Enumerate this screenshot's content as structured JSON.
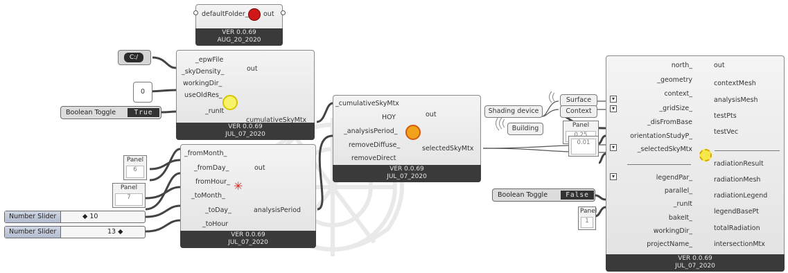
{
  "default_folder": {
    "input": "defaultFolder_",
    "output": "out",
    "ver": "VER 0.0.69",
    "date": "AUG_20_2020"
  },
  "path_param": {
    "label": "C:/"
  },
  "num_param": {
    "value": "0"
  },
  "cumsky": {
    "inputs": [
      "_epwFile",
      "_skyDensity_",
      "workingDir_",
      "useOldRes_",
      "_runIt"
    ],
    "outputs": [
      "out",
      "cumulativeSkyMtx"
    ],
    "ver": "VER 0.0.69",
    "date": "JUL_07_2020"
  },
  "toggle1": {
    "label": "Boolean Toggle",
    "value": "True"
  },
  "panel_a": {
    "title": "Panel",
    "value": "6"
  },
  "panel_b": {
    "title": "Panel",
    "value": "7"
  },
  "slider1": {
    "label": "Number Slider",
    "value": "◆ 10"
  },
  "slider2": {
    "label": "Number Slider",
    "value": "13 ◆"
  },
  "period": {
    "inputs": [
      "_fromMonth_",
      "_fromDay_",
      "fromHour_",
      "_toMonth_",
      "_toDay_",
      "_toHour"
    ],
    "outputs": [
      "out",
      "analysisPeriod"
    ],
    "ver": "VER 0.0.69",
    "date": "JUL_07_2020"
  },
  "selsky": {
    "inputs": [
      "_cumulativeSkyMtx",
      "HOY",
      "_analysisPeriod_",
      "removeDiffuse_",
      "removeDirect"
    ],
    "outputs": [
      "out",
      "selectedSkyMtx"
    ],
    "ver": "VER 0.0.69",
    "date": "JUL_07_2020"
  },
  "geo": {
    "shading": "Shading device",
    "building": "Building",
    "surface": "Surface",
    "context": "Context"
  },
  "panel_c": {
    "title": "Panel",
    "value": "0.25"
  },
  "panel_d": {
    "value": "0.01"
  },
  "toggle2": {
    "label": "Boolean Toggle",
    "value": "False"
  },
  "panel_e": {
    "title": "Panel",
    "value": "1"
  },
  "radiation": {
    "inputs": [
      "north_",
      "_geometry",
      "context_",
      "_gridSize_",
      "_disFromBase",
      "orientationStudyP_",
      "_selectedSkyMtx",
      "",
      "legendPar_",
      "parallel_",
      "_runIt",
      "bakeIt_",
      "workingDir_",
      "projectName_"
    ],
    "outputs": [
      "out",
      "contextMesh",
      "analysisMesh",
      "testPts",
      "testVec",
      "",
      "radiationResult",
      "radiationMesh",
      "radiationLegend",
      "legendBasePt",
      "totalRadiation",
      "intersectionMtx"
    ],
    "ver": "VER 0.0.69",
    "date": "JUL_07_2020"
  }
}
